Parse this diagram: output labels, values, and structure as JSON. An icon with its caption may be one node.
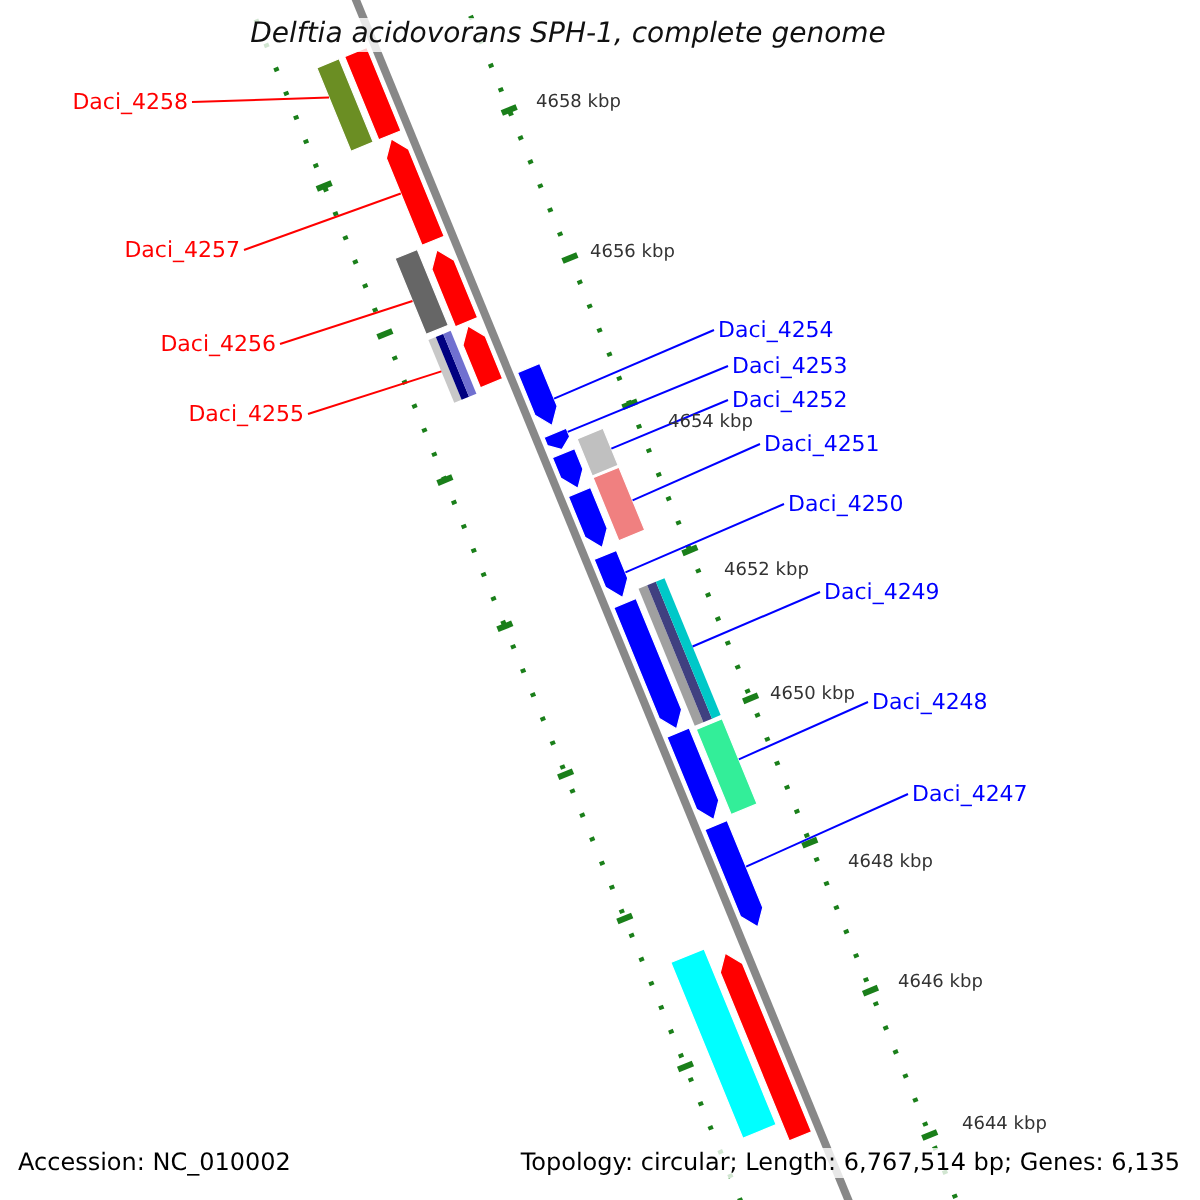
{
  "diagram": {
    "title": "Delftia acidovorans SPH-1, complete genome",
    "nodes": [
      {
        "text": [
          "Daci_4258"
        ]
      },
      {
        "text": [
          "Daci_4257"
        ]
      },
      {
        "text": [
          "Daci_4256"
        ]
      },
      {
        "text": [
          "Daci_4255"
        ]
      },
      {
        "text": [
          "Daci_4254"
        ]
      },
      {
        "text": [
          "Daci_4253"
        ]
      },
      {
        "text": [
          "Daci_4252"
        ]
      },
      {
        "text": [
          "Daci_4251"
        ]
      },
      {
        "text": [
          "Daci_4250"
        ]
      },
      {
        "text": [
          "Daci_4249"
        ]
      },
      {
        "text": [
          "Daci_4248"
        ]
      },
      {
        "text": [
          "Daci_4247"
        ]
      },
      {
        "text": [],
        "shape": "bar"
      },
      {
        "text": [],
        "shape": "bar"
      },
      {
        "text": [],
        "shape": "bar"
      },
      {
        "text": [],
        "shape": "bar"
      },
      {
        "text": [],
        "shape": "bar"
      },
      {
        "text": [],
        "shape": "bar"
      },
      {
        "text": [],
        "shape": "bar"
      },
      {
        "text": [],
        "shape": "bar"
      },
      {
        "text": [],
        "shape": "bar"
      },
      {
        "text": [],
        "shape": "bar"
      },
      {
        "text": [],
        "shape": "bar"
      },
      {
        "text": [],
        "shape": "bar"
      },
      {
        "text": [],
        "shape": "bar"
      },
      {
        "text": [],
        "shape": "bar"
      },
      {
        "text": [],
        "shape": "bar"
      },
      {
        "text": [],
        "shape": "bar"
      },
      {
        "text": [],
        "shape": "bar"
      },
      {
        "text": [],
        "shape": "bar"
      },
      {
        "text": [],
        "shape": "bar"
      },
      {
        "text": [],
        "shape": "bar"
      },
      {
        "text": [],
        "shape": "bar"
      }
    ],
    "edges": [
      {
        "from": 0,
        "to": 12,
        "arrow": "none",
        "color": "#ff0000"
      },
      {
        "from": 1,
        "to": 14,
        "arrow": "none",
        "color": "#ff0000"
      },
      {
        "from": 2,
        "to": 15,
        "arrow": "none",
        "color": "#ff0000"
      },
      {
        "from": 3,
        "to": 17,
        "arrow": "none",
        "color": "#ff0000"
      },
      {
        "from": 4,
        "to": 19,
        "arrow": "none"
      },
      {
        "from": 5,
        "to": 20,
        "arrow": "none"
      },
      {
        "from": 6,
        "to": 21,
        "arrow": "none"
      },
      {
        "from": 7,
        "to": 23,
        "arrow": "none"
      },
      {
        "from": 8,
        "to": 25,
        "arrow": "none"
      },
      {
        "from": 9,
        "to": 26,
        "arrow": "none"
      },
      {
        "from": 10,
        "to": 29,
        "arrow": "none"
      },
      {
        "from": 11,
        "to": 30,
        "arrow": "none"
      }
    ],
    "labels": [
      "4658 kbp",
      "4656 kbp",
      "4654 kbp",
      "4652 kbp",
      "4650 kbp",
      "4648 kbp",
      "4646 kbp",
      "4644 kbp",
      "Accession: NC_010002",
      "Topology: circular; Length: 6,767,514 bp; Genes: 6,135"
    ]
  }
}
